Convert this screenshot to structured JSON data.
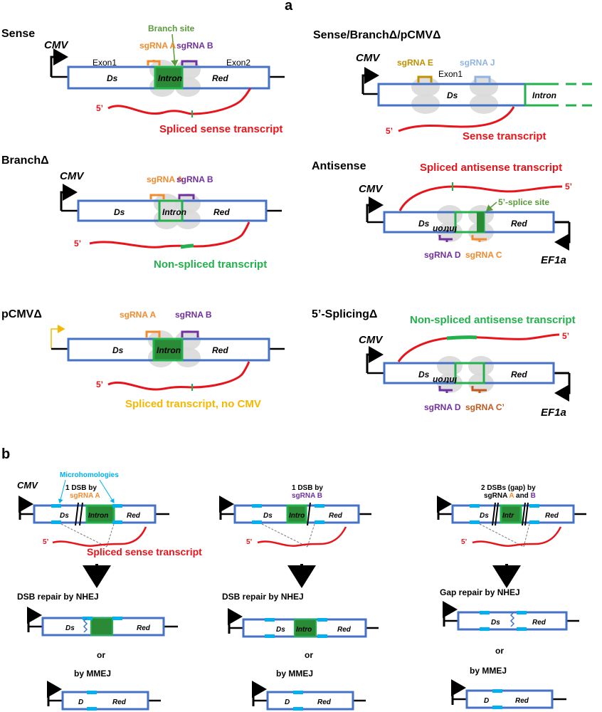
{
  "panel_a": {
    "panel_letter": "a",
    "sense": {
      "title": "Sense",
      "promoter": "CMV",
      "exon1": "Exon1",
      "exon2": "Exon2",
      "branch_site": "Branch site",
      "sgrna_a": "sgRNA A",
      "sgrna_b": "sgRNA B",
      "ds": "Ds",
      "intron": "Intron",
      "red": "Red",
      "five_prime": "5’",
      "transcript": "Spliced sense transcript"
    },
    "sense_delta": {
      "title": "Sense/BranchΔ/pCMVΔ",
      "promoter": "CMV",
      "sgrna_e": "sgRNA E",
      "sgrna_j": "sgRNA J",
      "exon1": "Exon1",
      "ds": "Ds",
      "intron": "Intron",
      "five_prime": "5’",
      "transcript": "Sense transcript"
    },
    "branch_delta": {
      "title": "BranchΔ",
      "promoter": "CMV",
      "sgrna_a": "sgRNA A",
      "sgrna_b": "sgRNA B",
      "ds": "Ds",
      "intron": "Intron",
      "red": "Red",
      "five_prime": "5’",
      "transcript": "Non-spliced transcript"
    },
    "antisense": {
      "title": "Antisense",
      "promoter": "CMV",
      "transcript": "Spliced antisense transcript",
      "five_prime": "5’",
      "splice_site": "5’-splice site",
      "ds": "Ds",
      "intron": "Intron",
      "red": "Red",
      "sgrna_d": "sgRNA D",
      "sgrna_c": "sgRNA C",
      "promoter2": "EF1a"
    },
    "pcmv_delta": {
      "title": "pCMVΔ",
      "sgrna_a": "sgRNA A",
      "sgrna_b": "sgRNA B",
      "ds": "Ds",
      "intron": "Intron",
      "red": "Red",
      "five_prime": "5’",
      "transcript": "Spliced transcript, no CMV"
    },
    "splicing_delta": {
      "title": "5’-SplicingΔ",
      "promoter": "CMV",
      "transcript": "Non-spliced antisense transcript",
      "five_prime": "5’",
      "ds": "Ds",
      "intron": "Intron",
      "red": "Red",
      "sgrna_d": "sgRNA D",
      "sgrna_c": "sgRNA C’",
      "promoter2": "EF1a"
    }
  },
  "panel_b": {
    "panel_letter": "b",
    "col1": {
      "promoter": "CMV",
      "microhomologies": "Microhomologies",
      "dsb_line1": "1 DSB by",
      "dsb_line2": "sgRNA A",
      "ds": "Ds",
      "intron": "Intron",
      "red": "Red",
      "five_prime": "5’",
      "transcript": "Spliced sense transcript",
      "repair1": "DSB repair by NHEJ",
      "or": "or",
      "repair2": "by MMEJ",
      "r1_ds": "Ds",
      "r1_red": "Red",
      "r2_d": "D",
      "r2_red": "Red"
    },
    "col2": {
      "dsb_line1": "1 DSB by",
      "dsb_line2": "sgRNA B",
      "ds": "Ds",
      "intron": "Intro",
      "red": "Red",
      "five_prime": "5’",
      "repair1": "DSB repair by NHEJ",
      "or": "or",
      "repair2": "by MMEJ",
      "r1_ds": "Ds",
      "r1_intron": "Intro",
      "r1_red": "Red",
      "r2_d": "D",
      "r2_red": "Red"
    },
    "col3": {
      "dsb_line1": "2 DSBs (gap) by",
      "dsb_line2a": "sgRNA ",
      "dsb_line2b": "A",
      "dsb_line2c": " and ",
      "dsb_line2d": "B",
      "ds": "Ds",
      "intron": "Intr",
      "red": "Red",
      "five_prime": "5’",
      "repair1": "Gap repair by NHEJ",
      "or": "or",
      "repair2": "by MMEJ",
      "r1_ds": "Ds",
      "r1_red": "Red",
      "r2_d": "D",
      "r2_red": "Red"
    }
  },
  "colors": {
    "box": "#4472c4",
    "transcript": "#e8141b",
    "intron": "#22b14c",
    "orange": "#f28a2e",
    "purple": "#7030a0",
    "microhomology": "#00b0f0",
    "promoter_no_cmv": "#f5b800"
  }
}
